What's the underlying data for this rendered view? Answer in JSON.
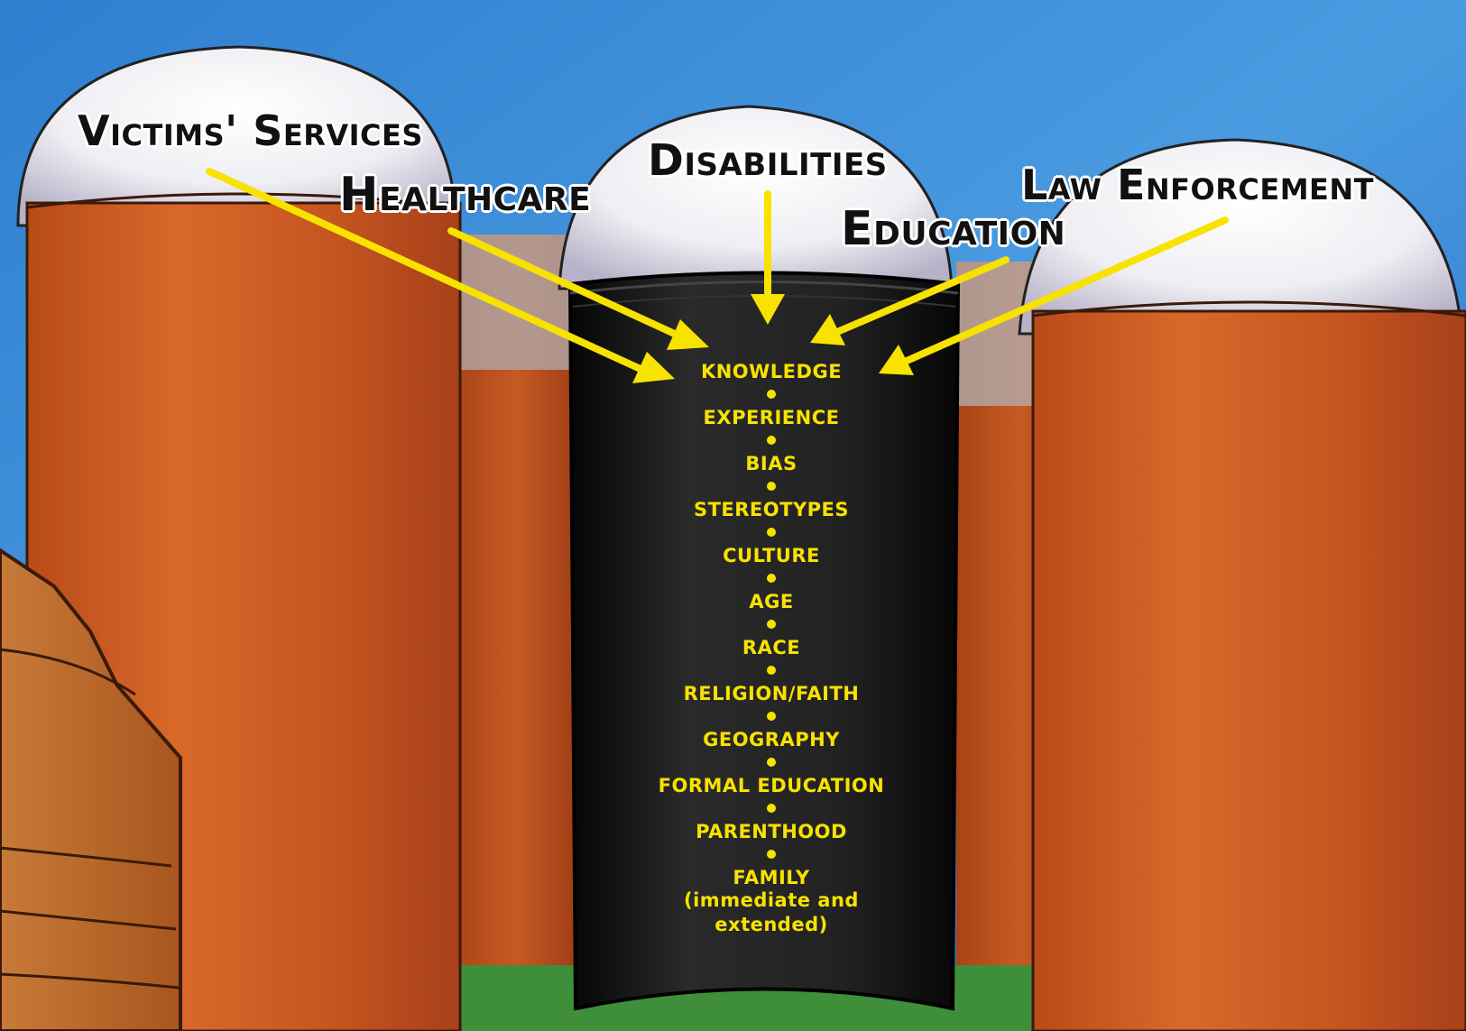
{
  "labels": {
    "victims_services": "Victims' Services",
    "healthcare": "Healthcare",
    "disabilities": "Disabilities",
    "education": "Education",
    "law_enforcement": "Law Enforcement"
  },
  "silo_factors": [
    "KNOWLEDGE",
    "EXPERIENCE",
    "BIAS",
    "STEREOTYPES",
    "CULTURE",
    "AGE",
    "RACE",
    "RELIGION/FAITH",
    "GEOGRAPHY",
    "FORMAL EDUCATION",
    "PARENTHOOD"
  ],
  "silo_factor_last": {
    "line1": "FAMILY",
    "line2": "(immediate and",
    "line3": "extended)"
  },
  "colors": {
    "sky": "#3a86d0",
    "silo_orange": "#c9561e",
    "dome_white": "#f2f2f4",
    "center_silo": "#1c1c1c",
    "arrow_yellow": "#f7e200",
    "label_text": "#111111"
  }
}
